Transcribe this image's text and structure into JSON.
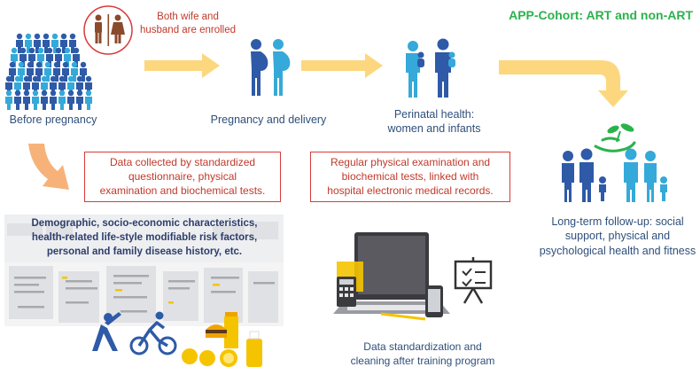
{
  "title": "APP-Cohort: ART and non-ART",
  "stages": {
    "before_pregnancy": "Before pregnancy",
    "couple_note": [
      "Both wife and",
      "husband are enrolled"
    ],
    "pregnancy": "Pregnancy and delivery",
    "perinatal": [
      "Perinatal health:",
      "women and infants"
    ],
    "followup": [
      "Long-term follow-up: social",
      "support, physical and",
      "psychological health and fitness"
    ]
  },
  "boxes": {
    "data_collected": [
      "Data collected by standardized",
      "questionnaire, physical",
      "examination and biochemical tests."
    ],
    "regular_exam": [
      "Regular physical examination and",
      "biochemical tests, linked with",
      "hospital electronic medical records."
    ]
  },
  "demographic": [
    "Demographic, socio-economic characteristics,",
    "health-related life-style modifiable risk factors,",
    "personal and family disease history, etc."
  ],
  "standardization": [
    "Data standardization and",
    "cleaning after training program"
  ],
  "colors": {
    "arrow": "#fcd77e",
    "arrow_orange": "#f7b27a",
    "person_dark": "#2e5aa8",
    "person_light": "#35a9d9",
    "box_border": "#d93a3a",
    "title": "#2bb24c",
    "note_red": "#c0392b"
  },
  "icons": [
    "crowd-icon",
    "restroom-icon",
    "pregnant-couple-icon",
    "parents-with-babies-icon",
    "family-icon",
    "plant-hands-icon",
    "yoga-icon",
    "cyclist-icon",
    "food-icon",
    "laptop-icon",
    "calculator-icon",
    "phone-icon",
    "presentation-board-icon"
  ]
}
